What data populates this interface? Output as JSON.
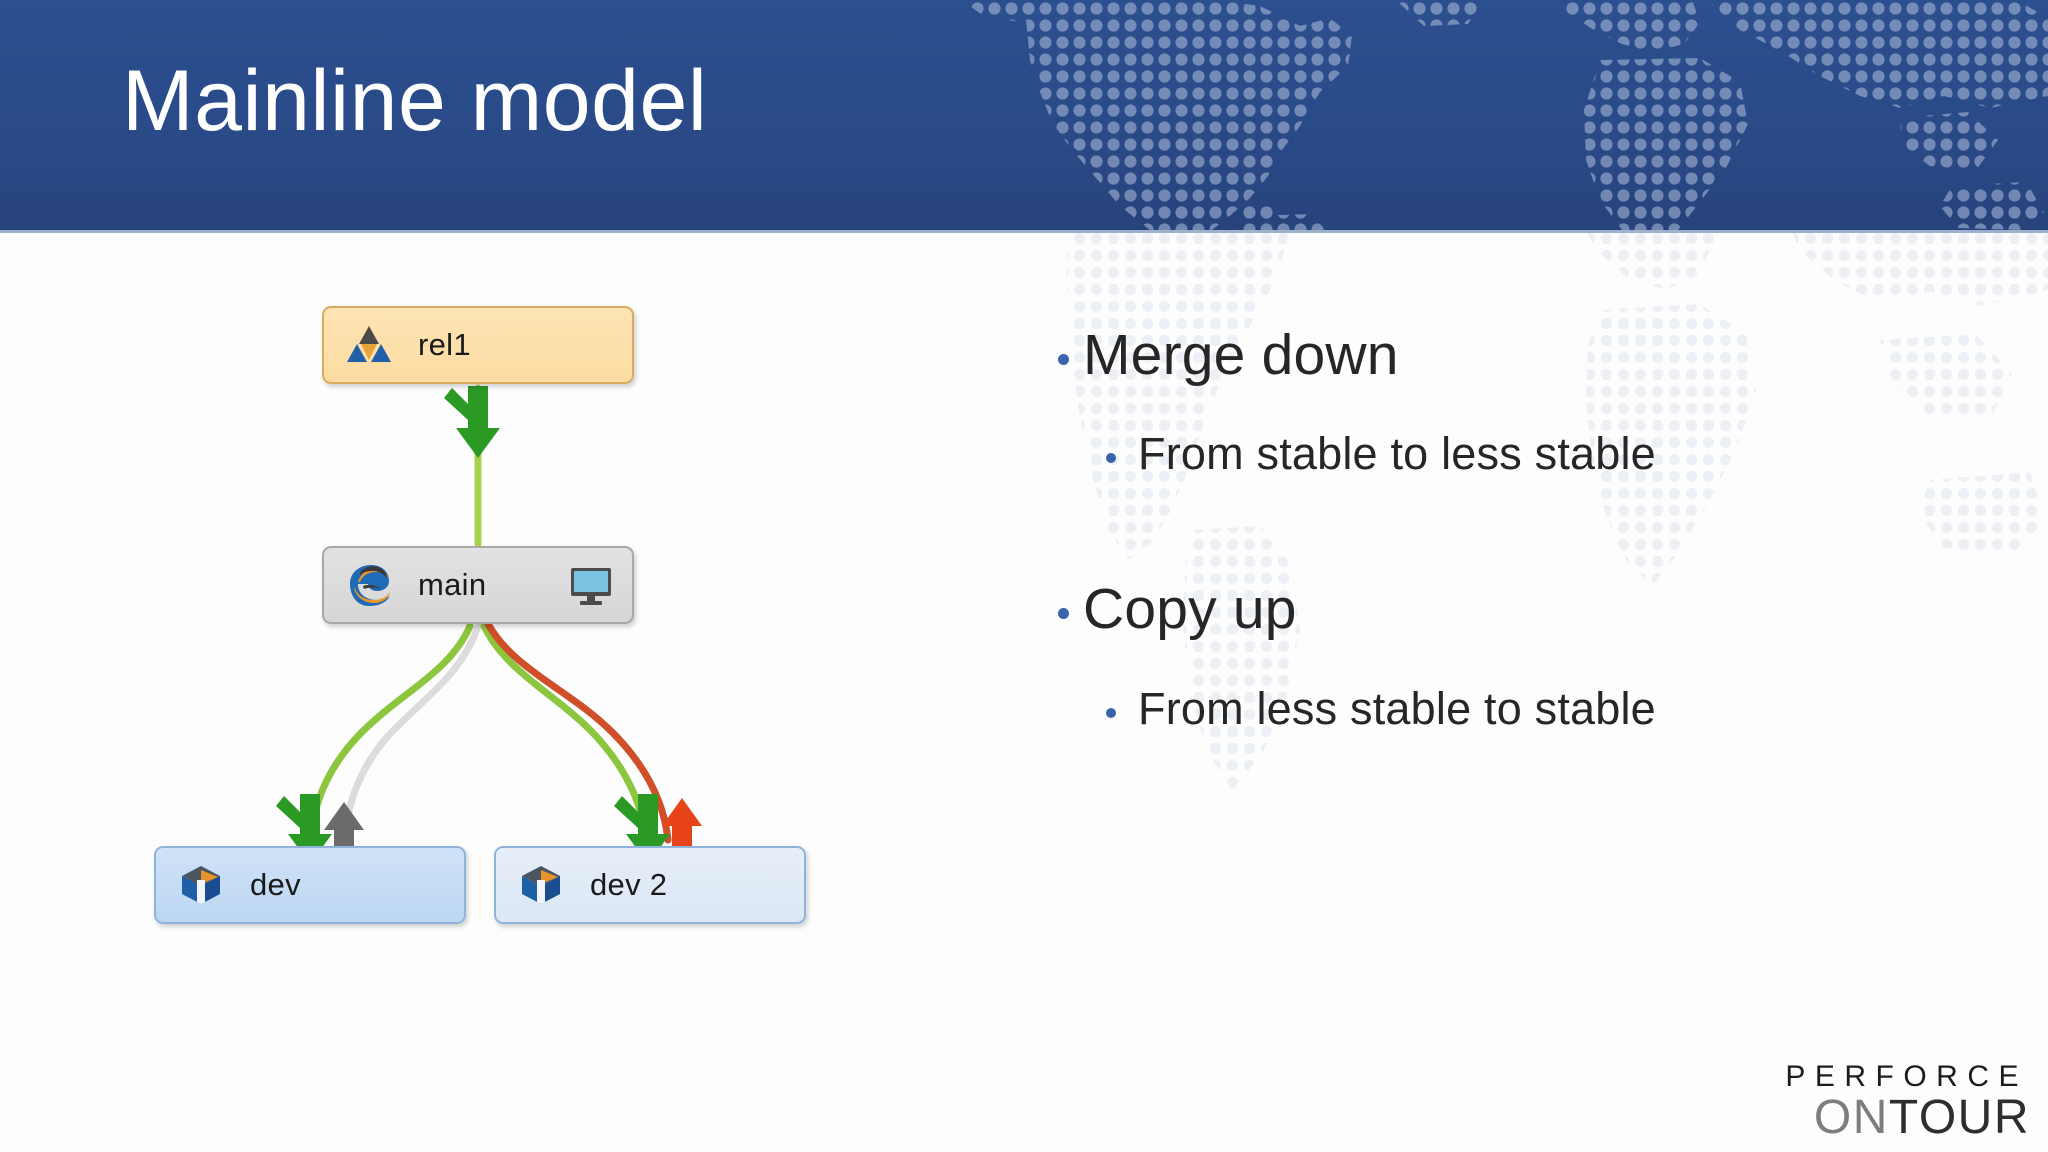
{
  "slide": {
    "title": "Mainline model",
    "background_color": "#fdfdfd",
    "header_color": "#2a4a88",
    "accent_color": "#3a63ad"
  },
  "header": {
    "title": "Mainline model",
    "decoration": "dotted-world-map"
  },
  "diagram": {
    "type": "branch-graph",
    "nodes": [
      {
        "id": "rel1",
        "label": "rel1",
        "icon": "release-triangles-icon",
        "badge": null,
        "fill": "#fcdca2",
        "border": "#d9ab5e",
        "stability": "stable"
      },
      {
        "id": "main",
        "label": "main",
        "icon": "mainline-swirl-icon",
        "badge": "monitor-icon",
        "fill": "#d9d9d9",
        "border": "#a8a8a8",
        "stability": "mainline"
      },
      {
        "id": "dev",
        "label": "dev",
        "icon": "dev-cube-icon",
        "badge": null,
        "fill": "#c6ddf5",
        "border": "#8fb4dc",
        "stability": "less stable"
      },
      {
        "id": "dev2",
        "label": "dev 2",
        "icon": "dev-cube-icon",
        "badge": null,
        "fill": "#e0eaf6",
        "border": "#8fb4dc",
        "stability": "less stable"
      }
    ],
    "edges": [
      {
        "from": "rel1",
        "to": "main",
        "kind": "merge-down",
        "color": "#8cc63f",
        "arrow": "green-down-arrow"
      },
      {
        "from": "main",
        "to": "dev",
        "kind": "merge-down",
        "color": "#8cc63f",
        "arrow": "green-down-arrow"
      },
      {
        "from": "dev",
        "to": "main",
        "kind": "copy-up",
        "color": "#d8d8d8",
        "arrow": "grey-up-arrow"
      },
      {
        "from": "main",
        "to": "dev2",
        "kind": "merge-down",
        "color": "#8cc63f",
        "arrow": "green-down-arrow"
      },
      {
        "from": "dev2",
        "to": "main",
        "kind": "copy-up",
        "color": "#d1502a",
        "arrow": "red-up-arrow"
      }
    ]
  },
  "bullets": [
    {
      "heading": "Merge down",
      "sub": "From stable to less stable"
    },
    {
      "heading": "Copy up",
      "sub": "From less stable to stable"
    }
  ],
  "logo": {
    "top": "PERFORCE",
    "on": "ON",
    "tour": "TOUR"
  }
}
